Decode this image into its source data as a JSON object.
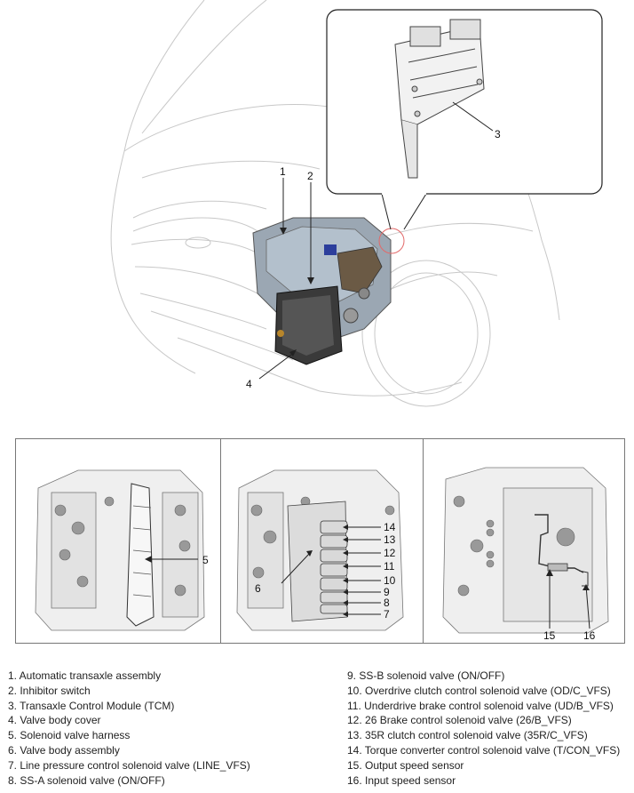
{
  "callouts_top": {
    "c1": "1",
    "c2": "2",
    "c3": "3",
    "c4": "4"
  },
  "callouts_panel1": {
    "c5": "5"
  },
  "callouts_panel2": {
    "c6": "6",
    "c14": "14",
    "c13": "13",
    "c12": "12",
    "c11": "11",
    "c10": "10",
    "c9": "9",
    "c8": "8",
    "c7": "7"
  },
  "callouts_panel3": {
    "c15": "15",
    "c16": "16"
  },
  "legend": {
    "left": [
      "1. Automatic transaxle assembly",
      "2. Inhibitor switch",
      "3. Transaxle Control Module (TCM)",
      "4. Valve body cover",
      "5. Solenoid valve harness",
      "6. Valve body assembly",
      "7. Line pressure control solenoid valve (LINE_VFS)",
      "8. SS-A solenoid valve (ON/OFF)"
    ],
    "right": [
      "9. SS-B solenoid valve (ON/OFF)",
      "10. Overdrive clutch control solenoid valve (OD/C_VFS)",
      "11. Underdrive brake control solenoid valve (UD/B_VFS)",
      "12. 26 Brake control solenoid valve (26/B_VFS)",
      "13. 35R clutch control solenoid valve (35R/C_VFS)",
      "14. Torque converter control solenoid valve (T/CON_VFS)",
      "15. Output speed sensor",
      "16. Input speed sensor"
    ]
  }
}
